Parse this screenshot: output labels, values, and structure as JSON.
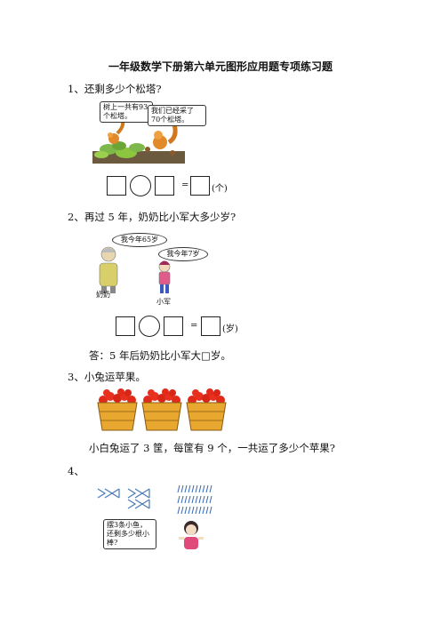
{
  "title": "一年级数学下册第六单元图形应用题专项练习题",
  "q1": {
    "text": "1、还剩多少个松塔?",
    "bubble_left": "树上一共有93个松塔。",
    "bubble_right": "我们已经采了70个松塔。",
    "equals": "=",
    "unit": "(个)"
  },
  "q2": {
    "text": "2、再过 5 年，奶奶比小军大多少岁?",
    "grandma_speech": "我今年65岁",
    "boy_speech": "我今年7岁",
    "grandma_label": "奶奶",
    "boy_label": "小军",
    "equals": "=",
    "unit": "(岁)",
    "answer": "答：5 年后奶奶比小军大□岁。"
  },
  "q3": {
    "text": "3、小兔运苹果。",
    "question": "小白兔运了 3 筐，每筐有 9 个，一共运了多少个苹果?"
  },
  "q4": {
    "text": "4、",
    "bubble": "摆3条小鱼，还剩多少根小棒?"
  }
}
